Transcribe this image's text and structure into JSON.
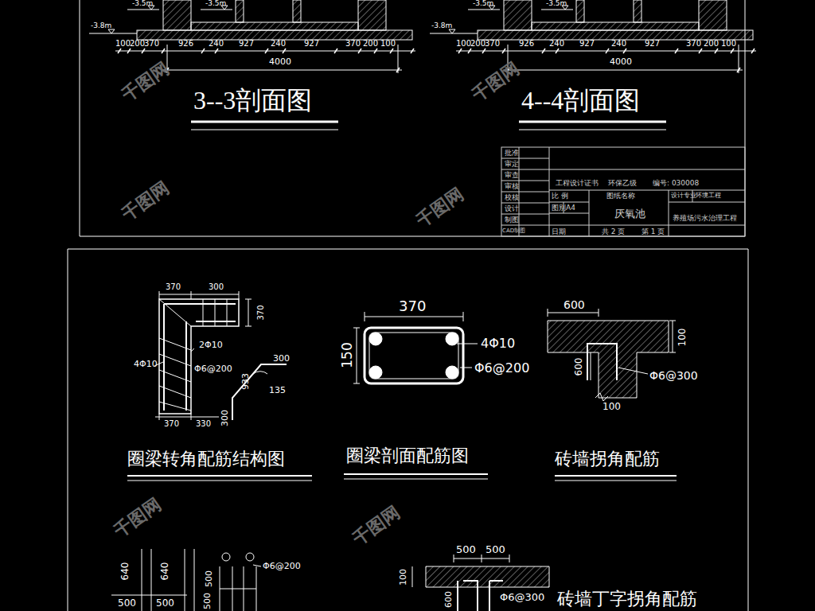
{
  "diagram": {
    "labels": [
      "-3.5m",
      "-3.5m",
      "-3.8m",
      "100",
      "200",
      "370",
      "926",
      "240",
      "927",
      "240",
      "927",
      "370",
      "200",
      "100",
      "4000",
      "-3.5m",
      "-3.5m",
      "-3.8m",
      "100",
      "200",
      "370",
      "926",
      "240",
      "927",
      "240",
      "927",
      "370",
      "200",
      "100",
      "4000",
      "3--3剖面图",
      "4--4剖面图",
      "批准",
      "审定",
      "审查",
      "审核",
      "校核",
      "设计",
      "制图",
      "CAD制图",
      "工程设计证书",
      "环保乙级",
      "编号: 030008",
      "比 例",
      "图纸名称",
      "设计专业",
      "环境工程",
      "图别",
      "A4",
      "厌氧池",
      "日期",
      "共 2 页",
      "第 1 页",
      "养殖场污水治理工程",
      "370",
      "300",
      "370",
      "2Φ10",
      "4Φ10",
      "Φ6@200",
      "370",
      "330",
      "300",
      "933",
      "135",
      "300",
      "圈梁转角配筋结构图",
      "370",
      "150",
      "4Φ10",
      "Φ6@200",
      "圈梁剖面配筋图",
      "600",
      "100",
      "600",
      "Φ6@300",
      "100",
      "砖墙拐角配筋",
      "640",
      "640",
      "500",
      "500",
      "500",
      "Φ6@200",
      "500",
      "500",
      "500",
      "100",
      "600",
      "Φ6@300",
      "砖墙丁字拐角配筋",
      "千图网",
      "千图网",
      "千图网",
      "千图网",
      "千图网",
      "千图网"
    ]
  }
}
